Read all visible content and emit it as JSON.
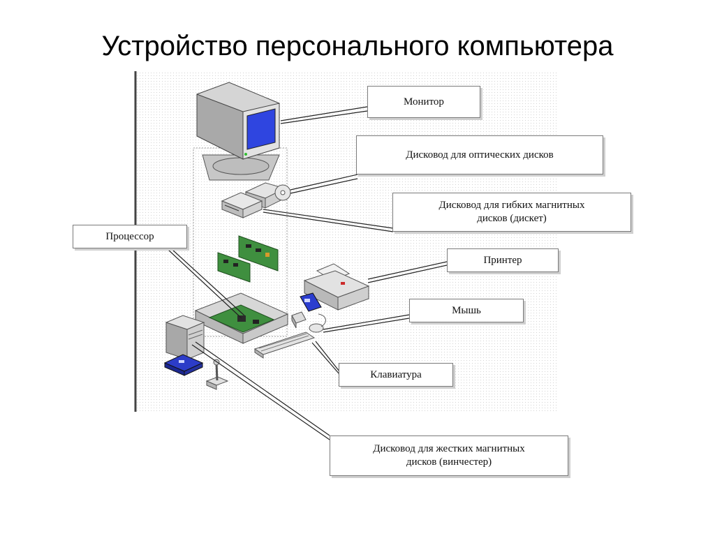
{
  "title": "Устройство персонального компьютера",
  "labels": {
    "monitor": "Монитор",
    "optical_drive": "Дисковод для  оптических дисков",
    "floppy_drive": "Дисковод для  гибких магнитных\nдисков (дискет)",
    "processor": "Процессор",
    "printer": "Принтер",
    "mouse": "Мышь",
    "keyboard": "Клавиатура",
    "hard_drive": "Дисковод для  жестких магнитных\nдисков (винчестер)"
  },
  "colors": {
    "screen": "#2f45e0",
    "case": "#c9c9c9",
    "board": "#3f8f3f",
    "lines": "#222222",
    "dots": "#d2d2d2"
  }
}
